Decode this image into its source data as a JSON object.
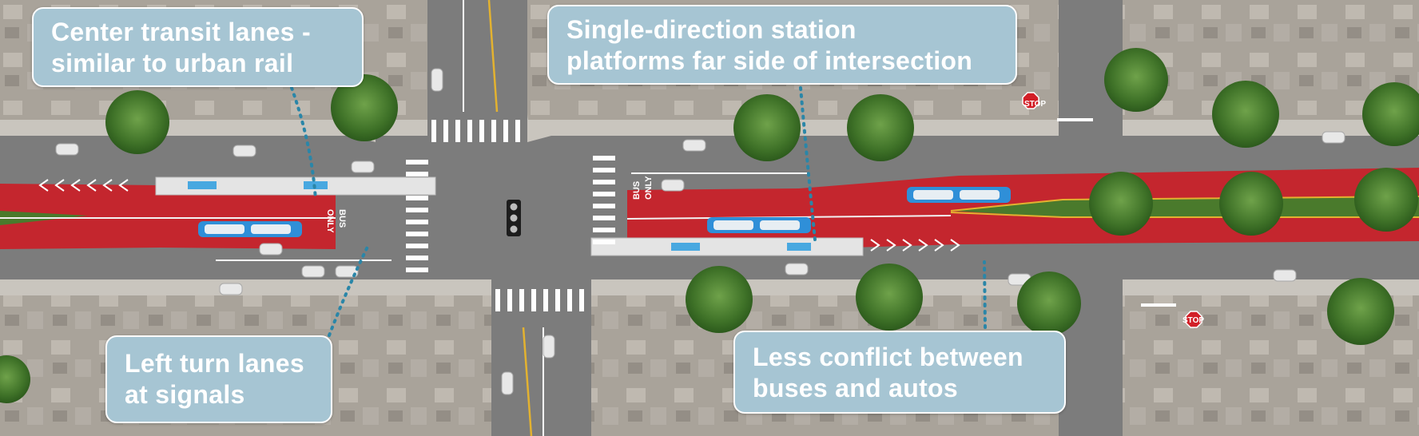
{
  "callouts": {
    "center_transit": {
      "line1": "Center transit lanes -",
      "line2": "similar to urban rail"
    },
    "station_platforms": {
      "line1": "Single-direction station",
      "line2": "platforms far side of intersection"
    },
    "left_turn": {
      "line1": "Left turn lanes",
      "line2": "at signals"
    },
    "less_conflict": {
      "line1": "Less conflict between",
      "line2": "buses and autos"
    }
  },
  "road_markings": {
    "bus": "BUS",
    "only": "ONLY",
    "stop_sign": "STOP"
  },
  "colors": {
    "callout_fill": "#a6c5d3",
    "transit_lane": "#c4262e",
    "road": "#7c7c7c",
    "median_green": "#4a7a2c",
    "bus_blue": "#2f8fd8",
    "leader_dots": "#2a86a8"
  }
}
